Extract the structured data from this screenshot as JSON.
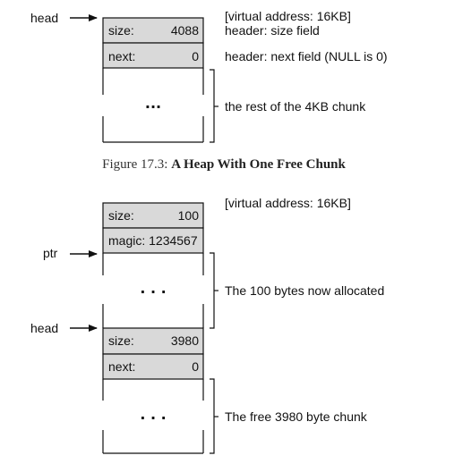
{
  "figure1": {
    "pointer_label": "head",
    "note_address": "[virtual address: 16KB]",
    "note_size": "header: size field",
    "note_next": "header: next field (NULL is 0)",
    "note_rest": "the rest of the 4KB chunk",
    "size_label": "size:",
    "size_value": "4088",
    "next_label": "next:",
    "next_value": "0",
    "ellipsis": "..."
  },
  "caption": {
    "number": "Figure 17.3: ",
    "title": "A Heap With One Free Chunk"
  },
  "figure2": {
    "note_address": "[virtual address: 16KB]",
    "size_label": "size:",
    "size_value": "100",
    "magic_text": "magic: 1234567",
    "ptr_label": "ptr",
    "ellipsis_allocated": ". . .",
    "note_allocated": "The 100 bytes now allocated",
    "head_label": "head",
    "free_size_label": "size:",
    "free_size_value": "3980",
    "free_next_label": "next:",
    "free_next_value": "0",
    "ellipsis_free": ". . .",
    "note_free": "The free 3980 byte chunk"
  },
  "colors": {
    "header_fill": "#d9d9d9",
    "stroke": "#111111"
  }
}
